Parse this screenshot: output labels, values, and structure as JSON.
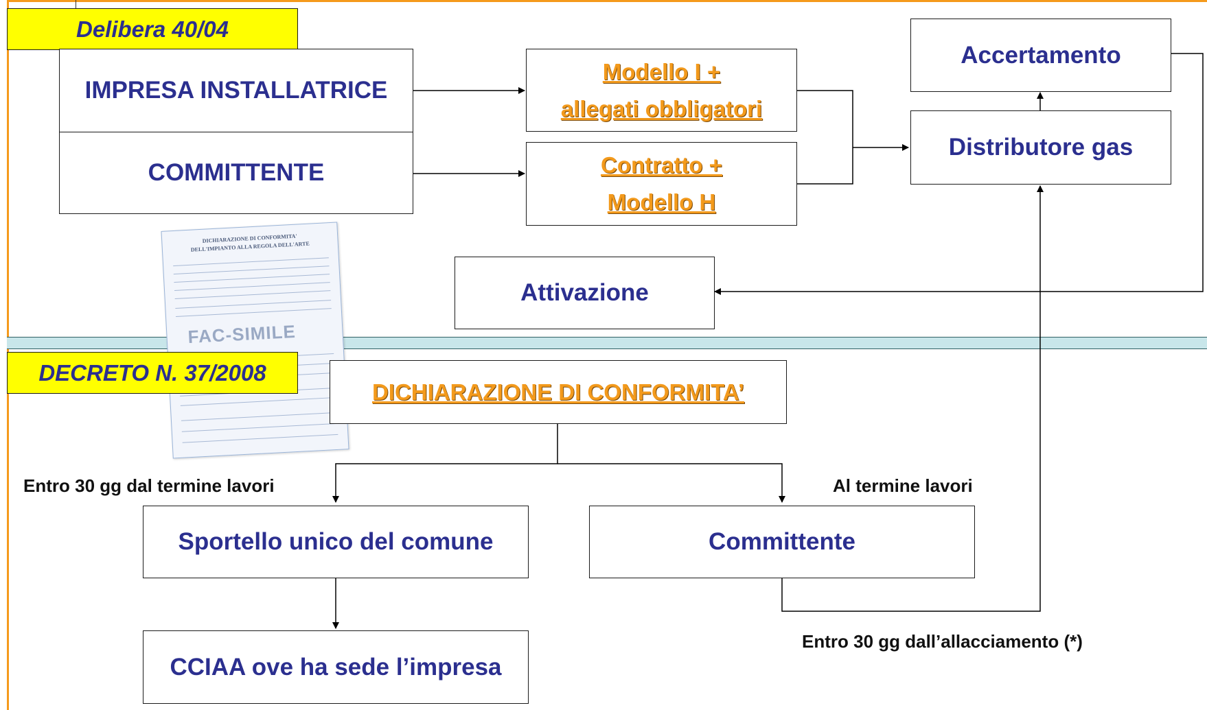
{
  "labels": {
    "delibera": "Delibera 40/04",
    "decreto": "DECRETO N. 37/2008"
  },
  "nodes": {
    "impresa": "IMPRESA INSTALLATRICE",
    "committente_top": "COMMITTENTE",
    "modello_i_line1": "Modello I +",
    "modello_i_line2": "allegati obbligatori",
    "contratto_line1": "Contratto +",
    "contratto_line2": "Modello H",
    "accertamento": "Accertamento",
    "distributore": "Distributore gas",
    "attivazione": "Attivazione",
    "dichiarazione": "DICHIARAZIONE DI CONFORMITA’",
    "sportello": "Sportello unico del comune",
    "committente_bottom": "Committente",
    "cciaa": "CCIAA ove ha sede l’impresa"
  },
  "annotations": {
    "entro_30_termine": "Entro 30 gg dal termine lavori",
    "al_termine": "Al termine lavori",
    "entro_30_allacciamento": "Entro 30 gg dall’allacciamento (*)"
  },
  "document_thumbnail": {
    "heading_line1": "DICHIARAZIONE DI CONFORMITA'",
    "heading_line2": "DELL'IMPIANTO ALLA REGOLA DELL'ARTE",
    "watermark": "FAC-SIMILE"
  },
  "colors": {
    "frame": "#f59a1c",
    "divider": "#c8e6ea",
    "tag_background": "#ffff00",
    "node_text": "#2b2f8f",
    "link_text": "#f39a1c"
  }
}
